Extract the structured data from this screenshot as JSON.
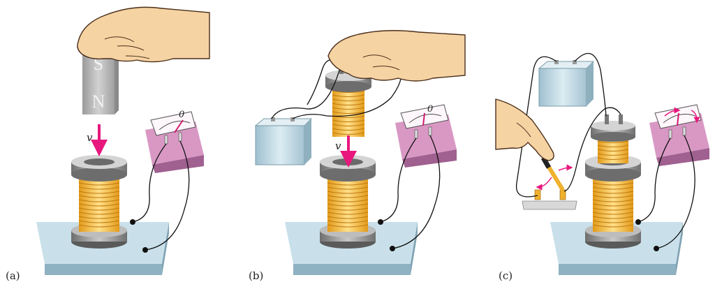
{
  "panels": [
    {
      "label": "(a)",
      "magnet": {
        "top": "S",
        "bottom": "N"
      },
      "velocity": "v",
      "meter_zero": "0"
    },
    {
      "label": "(b)",
      "velocity": "v",
      "meter_zero": "0"
    },
    {
      "label": "(c)"
    }
  ],
  "colors": {
    "arrow": "#e8177d",
    "coil": "#f5b532",
    "base": "#a8c8d8",
    "meter": "#d998c4",
    "battery": "#b8d4e0",
    "magnet": "#b8b8b8"
  }
}
